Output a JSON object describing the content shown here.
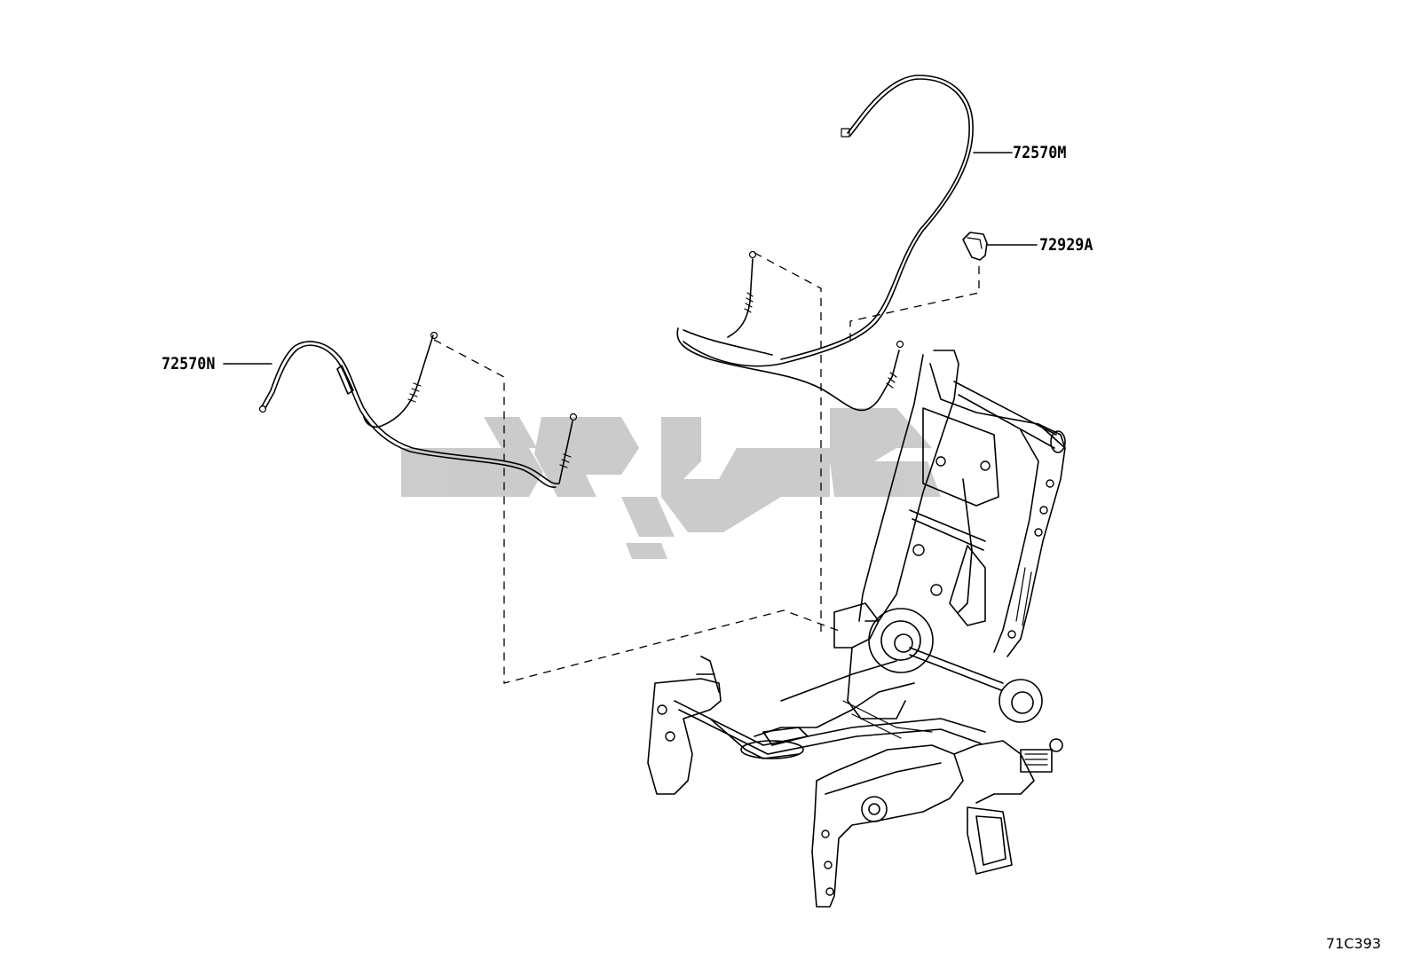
{
  "diagram": {
    "parts": [
      {
        "id": "cable-upper",
        "number": "72570M"
      },
      {
        "id": "cover",
        "number": "72929A"
      },
      {
        "id": "cable-lower",
        "number": "72570N"
      }
    ],
    "illustration_code": "71C393"
  }
}
